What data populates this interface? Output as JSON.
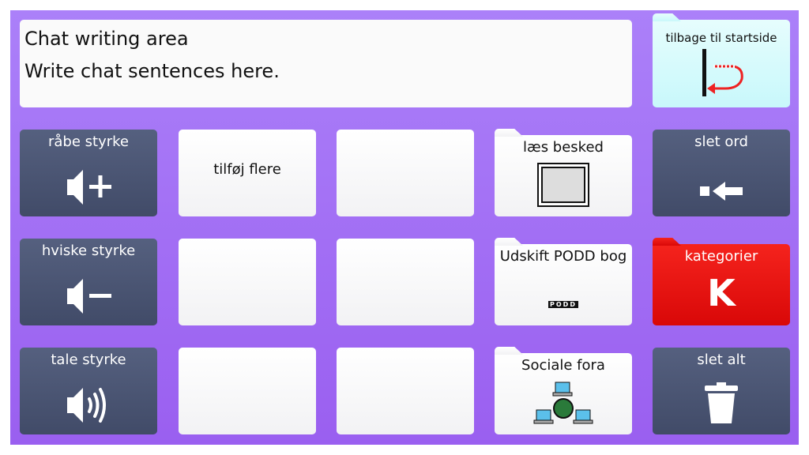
{
  "chat": {
    "title": "Chat writing area",
    "placeholder": "Write chat sentences here."
  },
  "back": {
    "label": "tilbage til startside"
  },
  "cells": {
    "shout": "råbe styrke",
    "add_more": "tilføj flere",
    "read": "læs besked",
    "delete_word": "slet ord",
    "whisper": "hviske styrke",
    "replace": "Udskift PODD bog",
    "podd_logo": "PODD",
    "categories": "kategorier",
    "k": "K",
    "speech": "tale styrke",
    "social": "Sociale fora",
    "delete_all": "slet alt"
  },
  "colors": {
    "accent": "#a070f5",
    "dark": "#4a5472",
    "red": "#e81510"
  }
}
